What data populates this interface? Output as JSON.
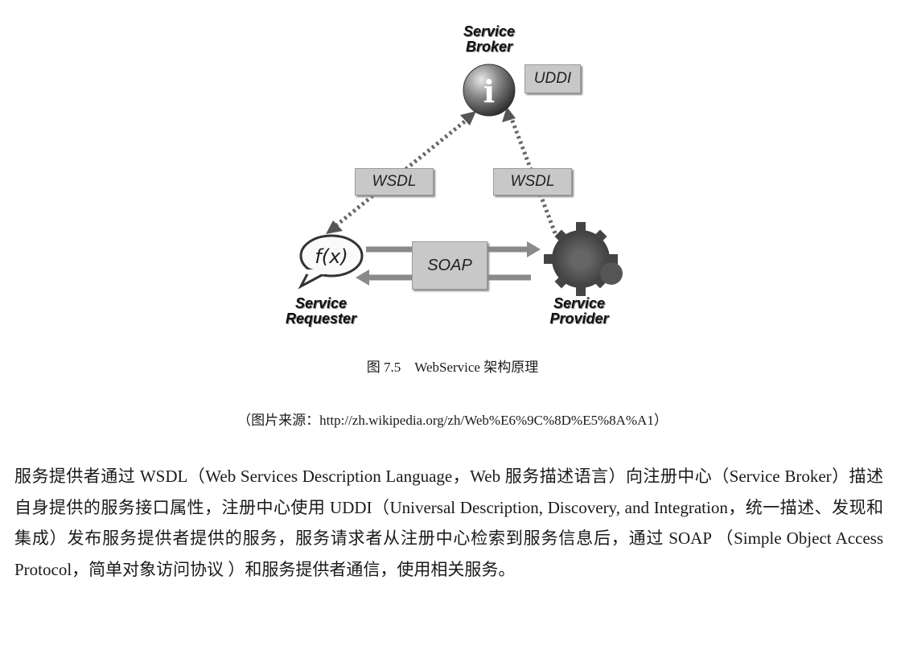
{
  "figure": {
    "broker_label": [
      "Service",
      "Broker"
    ],
    "uddi_tag": "UDDI",
    "wsdl_left": "WSDL",
    "wsdl_right": "WSDL",
    "soap_tag": "SOAP",
    "requester_icon_text": "f(x)",
    "broker_icon_text": "i",
    "requester_label": [
      "Service",
      "Requester"
    ],
    "provider_label": [
      "Service",
      "Provider"
    ]
  },
  "caption": "图 7.5　WebService 架构原理",
  "source": "（图片来源：http://zh.wikipedia.org/zh/Web%E6%9C%8D%E5%8A%A1）",
  "paragraph": "服务提供者通过 WSDL（Web Services Description Language，Web 服务描述语言）向注册中心（Service Broker）描述自身提供的服务接口属性，注册中心使用 UDDI（Universal Description, Discovery, and Integration，统一描述、发现和集成）发布服务提供者提供的服务，服务请求者从注册中心检索到服务信息后，通过 SOAP （Simple Object Access Protocol，简单对象访问协议 ）和服务提供者通信，使用相关服务。"
}
